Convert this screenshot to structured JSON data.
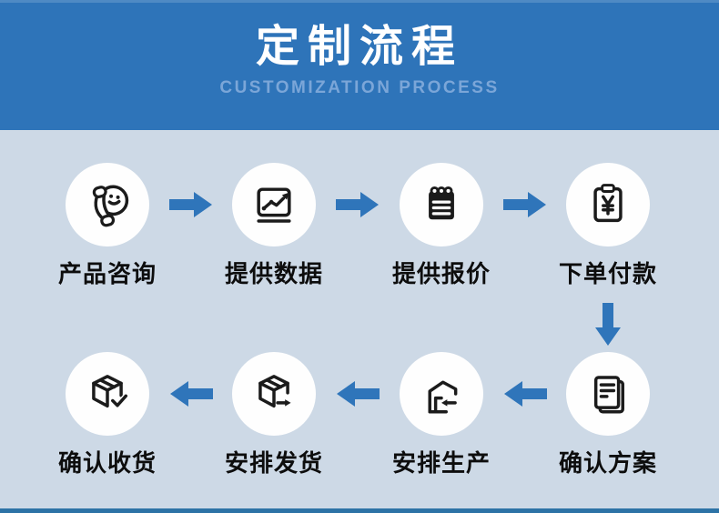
{
  "header": {
    "title": "定制流程",
    "subtitle": "CUSTOMIZATION PROCESS"
  },
  "steps": [
    {
      "label": "产品咨询",
      "icon": "phone-consult-icon"
    },
    {
      "label": "提供数据",
      "icon": "data-chart-icon"
    },
    {
      "label": "提供报价",
      "icon": "quote-notepad-icon"
    },
    {
      "label": "下单付款",
      "icon": "order-payment-icon"
    },
    {
      "label": "确认方案",
      "icon": "confirm-plan-icon"
    },
    {
      "label": "安排生产",
      "icon": "production-warehouse-icon"
    },
    {
      "label": "安排发货",
      "icon": "ship-box-icon"
    },
    {
      "label": "确认收货",
      "icon": "receive-box-check-icon"
    }
  ],
  "colors": {
    "header_bg": "#2e74b9",
    "subtitle": "#7ba6d8",
    "background": "#cdd9e6",
    "arrow": "#2f75ba",
    "accent_strip": "#2d73a6",
    "circle_bg": "#fefefe",
    "icon": "#1b1b1b",
    "label": "#0d0d0d"
  }
}
